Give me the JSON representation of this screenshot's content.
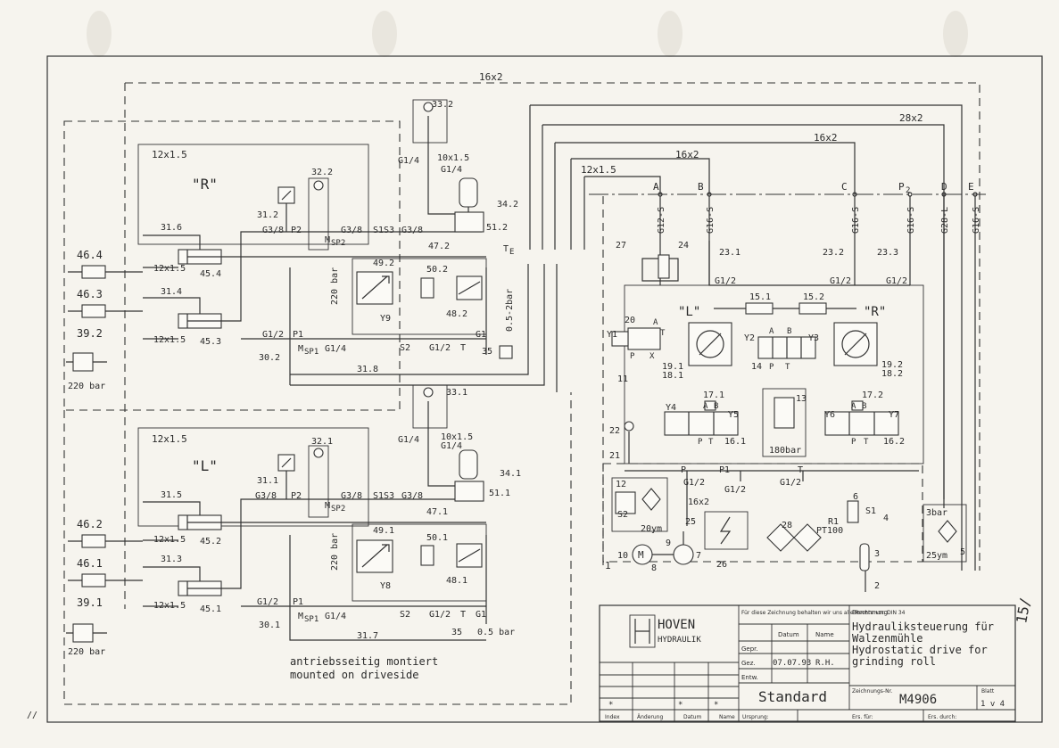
{
  "pipes": {
    "top": "16x2",
    "right_top": "28x2",
    "mid1": "16x2",
    "mid2": "16x2",
    "mid3": "12x1.5",
    "left_r": "12x1.5",
    "left_l": "12x1.5",
    "pump_line": "16x2",
    "small_r1": "12x1.5",
    "small_r2": "12x1.5",
    "small_l1": "12x1.5",
    "small_l2": "12x1.5",
    "acc_r": "10x1.5",
    "acc_l": "10x1.5"
  },
  "circuit_r": {
    "letter": "\"R\"",
    "labels": [
      "31.6",
      "45.4",
      "31.4",
      "45.3",
      "31.2",
      "32.2",
      "P2",
      "G3/8",
      "G3/8",
      "S1S3",
      "G3/8",
      "M",
      "SP2",
      "47.2",
      "49.2",
      "50.2",
      "48.2",
      "220 bar",
      "Y9",
      "G1/2",
      "P1",
      "M",
      "SP1",
      "G1/4",
      "S2",
      "G1/2",
      "T",
      "G1",
      "30.2",
      "31.8",
      "33.2",
      "G1/4",
      "G1/4",
      "34.2",
      "51.2",
      "T",
      "E",
      "0.5-2bar",
      "35"
    ]
  },
  "circuit_l": {
    "letter": "\"L\"",
    "labels": [
      "31.5",
      "45.2",
      "31.3",
      "45.1",
      "31.1",
      "32.1",
      "P2",
      "G3/8",
      "G3/8",
      "S1S3",
      "G3/8",
      "M",
      "SP2",
      "47.1",
      "49.1",
      "50.1",
      "48.1",
      "220 bar",
      "Y8",
      "G1/2",
      "P1",
      "M",
      "SP1",
      "G1/4",
      "S2",
      "G1/2",
      "T",
      "G1",
      "30.1",
      "31.7",
      "33.1",
      "G1/4",
      "G1/4",
      "34.1",
      "51.1",
      "35",
      "0.5 bar"
    ]
  },
  "left_components": {
    "c464": "46.4",
    "c463": "46.3",
    "c392": "39.2",
    "bar392": "220 bar",
    "c462": "46.2",
    "c461": "46.1",
    "c391": "39.1",
    "bar391": "220 bar"
  },
  "ports": [
    "A",
    "B",
    "C",
    "P",
    "2",
    "D",
    "E"
  ],
  "port_sizes": [
    "G12-S",
    "G16-S",
    "G16-S",
    "G16-S",
    "G28-L",
    "G16-S"
  ],
  "control_unit": {
    "labels": [
      "27",
      "24",
      "23.1",
      "23.2",
      "23.3",
      "G1/2",
      "G1/2",
      "G1/2",
      "15.1",
      "15.2",
      "\"L\"",
      "\"R\"",
      "20",
      "Y1",
      "A",
      "P",
      "T",
      "X",
      "19.1",
      "18.1",
      "Y2",
      "A",
      "B",
      "Y3",
      "14",
      "P",
      "T",
      "19.2",
      "18.2",
      "11",
      "17.1",
      "A",
      "B",
      "Y4",
      "Y5",
      "P",
      "T",
      "16.1",
      "13",
      "180bar",
      "17.2",
      "A",
      "B",
      "Y6",
      "Y7",
      "P",
      "T",
      "16.2",
      "22",
      "21",
      "P",
      "P1",
      "T",
      "G1/2",
      "G1/2",
      "G1/2",
      "12",
      "S2",
      "20ym",
      "25",
      "M",
      "10",
      "9",
      "7",
      "8",
      "26",
      "28",
      "R1",
      "PT100",
      "6",
      "S1",
      "4",
      "3",
      "2",
      "3bar",
      "25ym",
      "5",
      "1"
    ]
  },
  "notes": {
    "de": "antriebsseitig montiert",
    "en": "mounted on driveside"
  },
  "title_block": {
    "company": "HOVEN",
    "company_sub": "HYDRAULIK",
    "copyright": "Für diese Zeichnung behalten wir uns alle Rechte vor. DIN 34",
    "benennung_label": "Benennung",
    "title_lines": [
      "Hydrauliksteuerung für",
      "Walzenmühle",
      "Hydrostatic drive for",
      "grinding roll"
    ],
    "datum_h": "Datum",
    "name_h": "Name",
    "gepr": "Gepr.",
    "gez": "Gez.",
    "entw": "Entw.",
    "date": "07.07.93",
    "name": "R.H.",
    "standard": "Standard",
    "zeichnung_label": "Zeichnungs-Nr.",
    "drawing_no": "M4906",
    "blatt_label": "Blatt",
    "blatt": "1 v 4",
    "col_index": "Index",
    "col_aenderung": "Änderung",
    "col_datum": "Datum",
    "col_name": "Name",
    "ursprung": "Ursprung:",
    "ers_fuer": "Ers. für:",
    "ers_durch": "Ers. durch:",
    "star": "*"
  },
  "margin_note": "15/",
  "corner_mark": "//"
}
